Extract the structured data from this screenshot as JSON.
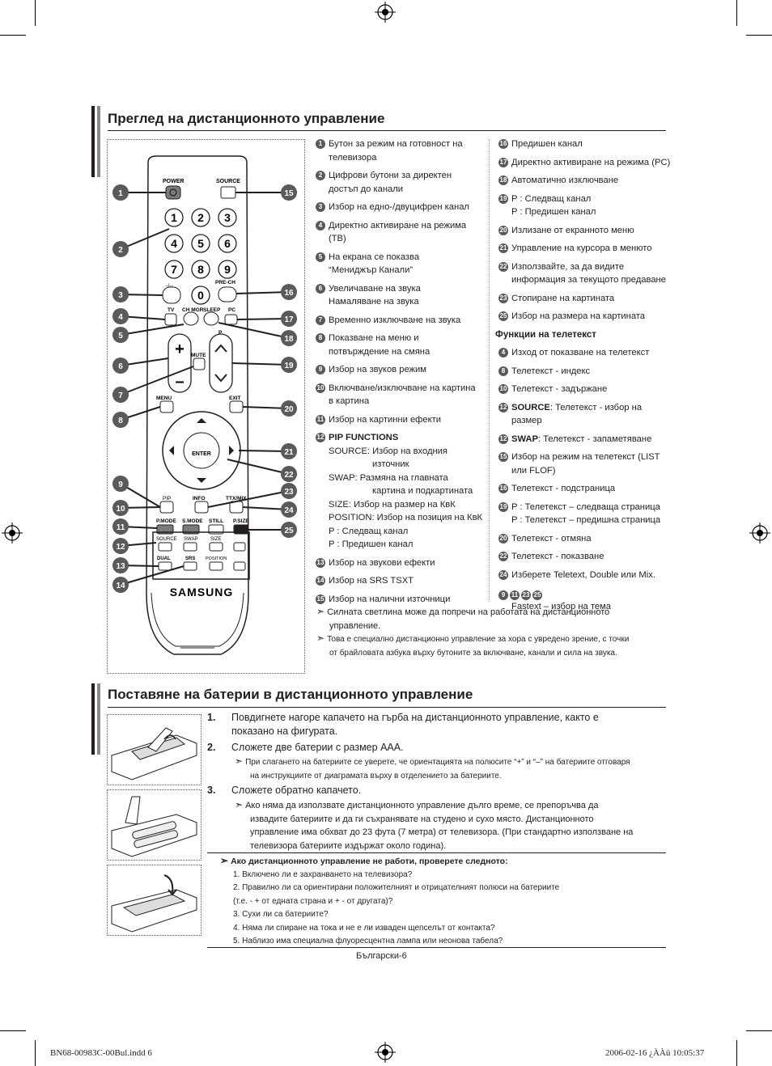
{
  "section1": {
    "title": "Преглед на дистанционното управление"
  },
  "section2": {
    "title": "Поставяне на батерии в дистанционното управление"
  },
  "remote": {
    "buttons": {
      "power": "POWER",
      "source": "SOURCE",
      "prech": "PRE-CH",
      "tv": "TV",
      "chmgr": "CH MGR",
      "sleep": "SLEEP",
      "pc": "PC",
      "mute": "MUTE",
      "menu": "MENU",
      "exit": "EXIT",
      "enter": "ENTER",
      "pip": "PIP",
      "info": "INFO",
      "ttxmix": "TTX/MIX",
      "pmode": "P.MODE",
      "smode": "S.MODE",
      "still": "STILL",
      "psize": "P.SIZE",
      "src2": "SOURCE",
      "swap": "SWAP",
      "size": "SIZE",
      "dual": "DUAL",
      "srs": "SRS",
      "position": "POSITION",
      "p": "P",
      "dash": "-/--",
      "brand": "SAMSUNG"
    },
    "digits": [
      "1",
      "2",
      "3",
      "4",
      "5",
      "6",
      "7",
      "8",
      "9",
      "0"
    ],
    "callouts_left": [
      "1",
      "2",
      "3",
      "4",
      "5",
      "6",
      "7",
      "8",
      "9",
      "10",
      "11",
      "12",
      "13",
      "14"
    ],
    "callouts_right": [
      "15",
      "16",
      "17",
      "18",
      "19",
      "20",
      "21",
      "22",
      "23",
      "24",
      "25"
    ]
  },
  "col1": [
    {
      "n": "1",
      "t": "Бутон за режим на готовност на",
      "t2": "телевизора"
    },
    {
      "n": "2",
      "t": "Цифрови бутони за директен",
      "t2": "достъп до канали"
    },
    {
      "n": "3",
      "t": "Избор на едно-/двуцифрен канал"
    },
    {
      "n": "4",
      "t": "Директно активиране на режима (TB)"
    },
    {
      "n": "5",
      "t": "На екрана се показва",
      "t2": "“Мениджър Канали”"
    },
    {
      "n": "6",
      "t": "Увеличаване на звука",
      "t2": "Намаляване на звука"
    },
    {
      "n": "7",
      "t": "Временно изключване на звука"
    },
    {
      "n": "8",
      "t": "Показване на меню и",
      "t2": "потвърждение на смяна"
    },
    {
      "n": "9",
      "t": "Избор на звуков режим"
    },
    {
      "n": "10",
      "t": "Включване/изключване на картина",
      "t2": "в картина"
    },
    {
      "n": "11",
      "t": "Избор на картинни ефекти"
    }
  ],
  "pip": {
    "n": "12",
    "title": "PIP FUNCTIONS",
    "lines": [
      "SOURCE: Избор на входния",
      "източник",
      "SWAP: Размяна на главната",
      "картина и подкартината",
      "SIZE: Избор на размер на КвК",
      "POSITION: Избор на позиция на КвК",
      "P     : Следващ канал",
      "P     : Предишен канал"
    ]
  },
  "col1b": [
    {
      "n": "13",
      "t": "Избор на звукови ефекти"
    },
    {
      "n": "14",
      "t": "Избор на SRS TSXT"
    },
    {
      "n": "15",
      "t": "Избор на налични източници"
    }
  ],
  "col2": [
    {
      "n": "16",
      "t": "Предишен канал"
    },
    {
      "n": "17",
      "t": "Директно активиране на режима (PC)"
    },
    {
      "n": "18",
      "t": "Автоматично изключване"
    },
    {
      "n": "19",
      "t": "P   : Следващ канал",
      "t2": "P   : Предишен канал"
    },
    {
      "n": "20",
      "t": "Излизане от екранното меню"
    },
    {
      "n": "21",
      "t": "Управление на курсора в менюто"
    },
    {
      "n": "22",
      "t": "Използвайте, за да видите",
      "t2": "информация за текущото предаване"
    },
    {
      "n": "23",
      "t": "Стопиране на картината"
    },
    {
      "n": "25",
      "t": "Избор на размера на картината"
    }
  ],
  "teletext": {
    "title": "Функции на телетекст",
    "items": [
      {
        "n": "4",
        "t": "Изход от показване на телетекст"
      },
      {
        "n": "8",
        "t": "Телетекст - индекс"
      },
      {
        "n": "10",
        "t": "Телетекст - задържане"
      },
      {
        "n": "12",
        "b": "SOURCE",
        "t": ": Телетекст - избор на размер"
      },
      {
        "n": "12",
        "b": "SWAP",
        "t": ": Телетекст - запаметяване"
      },
      {
        "n": "15",
        "t": "Избор на режим на телетекст (LIST",
        "t2": "или FLOF)"
      },
      {
        "n": "16",
        "t": " Телетекст - подстраница"
      },
      {
        "n": "19",
        "t": "P   : Телетекст – следваща страница",
        "t2": "P   : Телетекст – предишна страница"
      },
      {
        "n": "20",
        "t": "Телетекст - отмяна"
      },
      {
        "n": "22",
        "t": "Телетекст - показване"
      },
      {
        "n": "24",
        "t": "Изберете Teletext, Double или Mix."
      }
    ],
    "fast_nums": [
      "9",
      "11",
      "23",
      "25"
    ],
    "fast": "Fastext – избор на тема"
  },
  "notes1": [
    "Силната светлина може да попречи на работата на дистанционното",
    "управление.",
    "Това е специално дистанционно управление за хора с увредено зрение, с точки",
    "от брайловата азбука върху бутоните за включване, канали и сила на звука."
  ],
  "steps": [
    {
      "n": "1.",
      "t": "Повдигнете нагоре капачето на гърба на дистанционното управление, както е",
      "t2": "показано на фигурата."
    },
    {
      "n": "2.",
      "t": "Сложете две батерии с размер ААА."
    },
    {
      "n": "3.",
      "t": "Сложете обратно капачето."
    }
  ],
  "step2note": [
    "При слагането на батериите се уверете, че ориентацията на полюсите “+” и “–” на батериите отговаря",
    "на инструкциите от диаграмата върху в отделението за батериите."
  ],
  "step3note": [
    "Ако няма да използвате дистанционното управление дълго време, се препоръчва да",
    "извадите батериите и да ги съхранявате на студено и сухо място. Дистанционното",
    "управление има обхват до 23 фута (7 метра) от телевизора. (При стандартно използване на",
    "телевизора батериите издържат около година)."
  ],
  "check": {
    "title": "Ако дистанционното управление не работи, проверете следното:",
    "lines": [
      "1. Включено ли е захранването на телевизора?",
      "2. Правилно ли са ориентирани положителният и отрицателният полюси на батериите",
      "(т.е. - + от едната страна и + - от другата)?",
      "3. Сухи ли са батериите?",
      "4. Няма ли спиране на тока и не е ли изваден щепселът от контакта?",
      "5. Наблизо има специална флуоресцентна лампа или неонова табела?"
    ]
  },
  "page_number": "Български-6",
  "footer_left": "BN68-00983C-00Bul.indd   6",
  "footer_right": "2006-02-16   ¿ÀÀü 10:05:37"
}
